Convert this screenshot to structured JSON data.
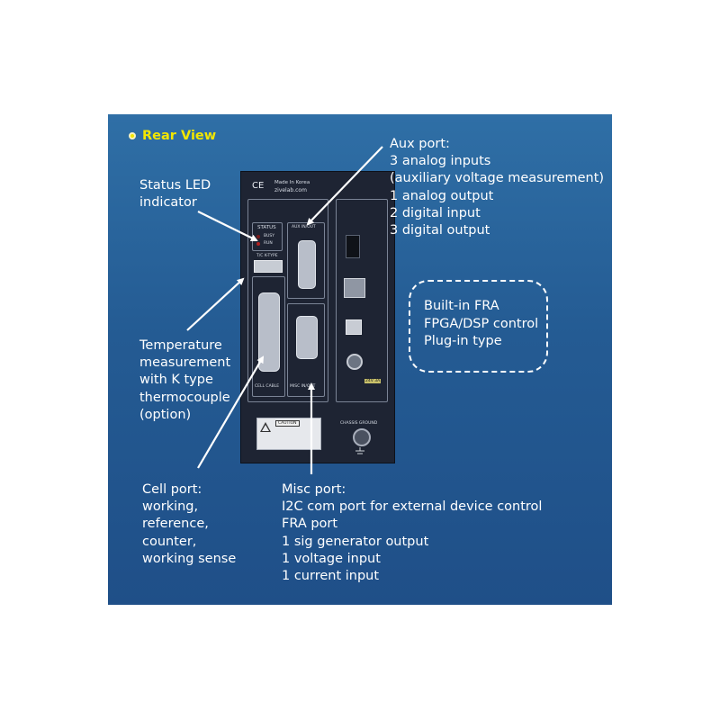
{
  "slide": {
    "title": "Rear View",
    "colors": {
      "background": "#245b93",
      "title": "#f2e600",
      "text": "#ffffff"
    }
  },
  "panel": {
    "ce_mark": "CE",
    "made_in": "Made In Korea",
    "website": "zivelab.com",
    "status_label": "STATUS",
    "busy_label": "BUSY",
    "run_label": "RUN",
    "aux_label": "AUX IN/OUT",
    "tc_label": "T/C K-TYPE",
    "cell_label": "CELL CABLE",
    "misc_label": "MISC IN/OUT",
    "caution_label": "CAUTION",
    "chassis_label": "CHASSIS GROUND",
    "power_label": "24V 3A"
  },
  "annotations": {
    "status_led": [
      "Status LED",
      "indicator"
    ],
    "aux_port": [
      "Aux port:",
      "3 analog inputs",
      "(auxiliary voltage measurement)",
      "1 analog output",
      "2 digital input",
      "3 digital output"
    ],
    "temperature": [
      "Temperature",
      "measurement",
      "with K type",
      "thermocouple",
      "(option)"
    ],
    "fra": [
      "Built-in FRA",
      "FPGA/DSP control",
      "Plug-in type"
    ],
    "cell_port": [
      "Cell port:",
      "working,",
      "reference,",
      "counter,",
      "working sense"
    ],
    "misc_port": [
      "Misc port:",
      "I2C com port for external device control",
      "FRA port",
      "1 sig generator output",
      "1 voltage input",
      "1 current input"
    ]
  }
}
